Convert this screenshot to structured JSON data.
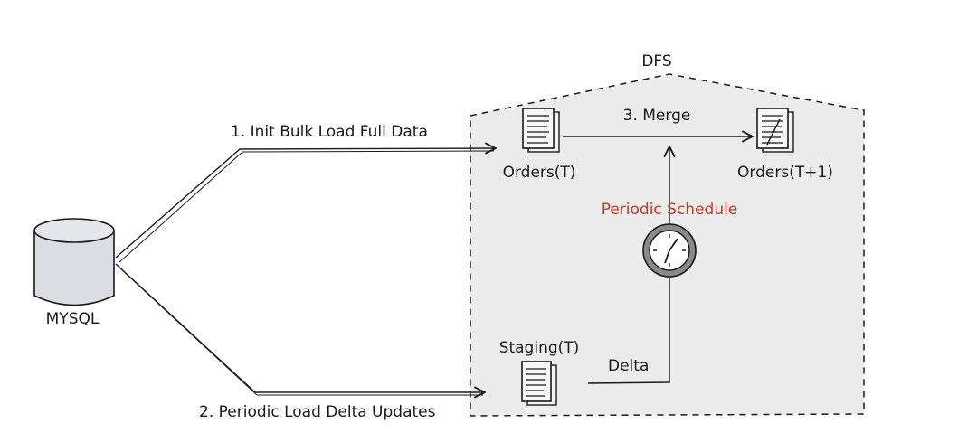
{
  "diagram": {
    "dfs_label": "DFS",
    "mysql_label": "MYSQL",
    "orders_t_label": "Orders(T)",
    "orders_t1_label": "Orders(T+1)",
    "staging_label": "Staging(T)",
    "step1_label": "1. Init Bulk Load Full Data",
    "step2_label": "2. Periodic Load Delta Updates",
    "step3_label": "3. Merge",
    "schedule_label": "Periodic Schedule",
    "delta_label": "Delta"
  },
  "colors": {
    "zone_fill": "#ececec",
    "stroke": "#1a1a1a",
    "schedule_text": "#c0392b",
    "cylinder_fill": "#dcdde3"
  },
  "icons": [
    "database-icon",
    "document-icon",
    "clock-icon"
  ]
}
